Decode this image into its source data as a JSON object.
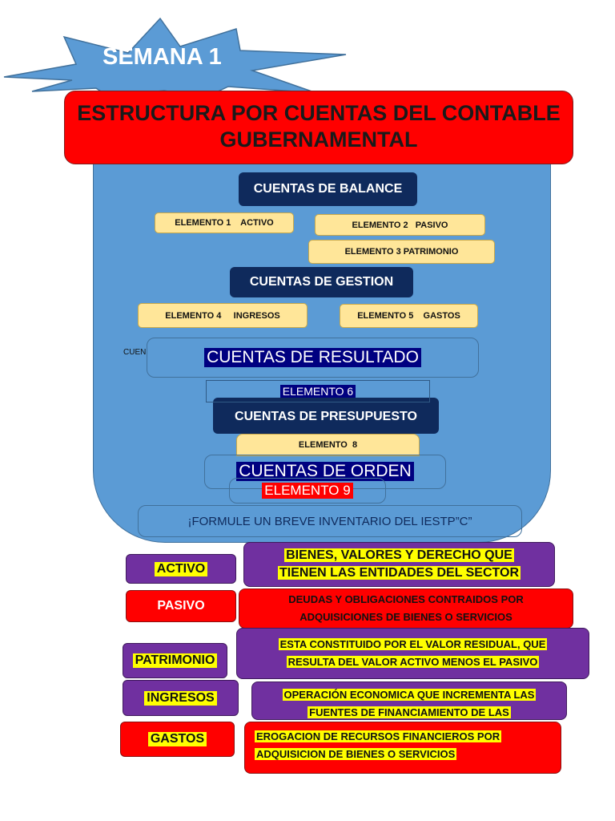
{
  "week_badge": "SEMANA 1",
  "main_title": [
    "ESTRUCTURA POR CUENTAS DEL CONTABLE",
    "GUBERNAMENTAL"
  ],
  "balance": {
    "header": "CUENTAS DE BALANCE",
    "elemento_1": "ELEMENTO 1    ACTIVO",
    "elemento_2": "ELEMENTO 2   PASIVO",
    "elemento_3": "ELEMENTO 3 PATRIMONIO"
  },
  "gestion": {
    "header": "CUENTAS DE GESTION",
    "elemento_4": "ELEMENTO 4     INGRESOS",
    "elemento_5": "ELEMENTO 5    GASTOS"
  },
  "clipped_text": "CUEN",
  "resultado": {
    "header": "CUENTAS DE RESULTADO",
    "elemento_6": "ELEMENTO 6"
  },
  "presupuesto": {
    "header": "CUENTAS DE PRESUPUESTO",
    "elemento_8": "ELEMENTO  8"
  },
  "orden": {
    "header": "CUENTAS DE ORDEN",
    "elemento_9": "ELEMENTO 9"
  },
  "prompt": "¡FORMULE UN BREVE INVENTARIO DEL IESTP”C”",
  "definitions": [
    {
      "term": "ACTIVO",
      "lines": [
        "BIENES, VALORES Y DERECHO QUE",
        "TIENEN LAS  ENTIDADES DEL  SECTOR"
      ]
    },
    {
      "term": "PASIVO",
      "lines": [
        "DEUDAS Y OBLIGACIONES    CONTRAIDOS POR",
        "ADQUISICIONES  DE BIENES O SERVICIOS"
      ]
    },
    {
      "term": "PATRIMONIO",
      "lines": [
        "ESTA CONSTITUIDO POR EL VALOR RESIDUAL, QUE",
        "RESULTA  DEL VALOR ACTIVO MENOS EL PASIVO"
      ]
    },
    {
      "term": "INGRESOS",
      "lines": [
        "OPERACIÓN ECONOMICA QUE INCREMENTA  LAS",
        "FUENTES DE  FINANCIAMIENTO DE LAS"
      ]
    },
    {
      "term": "GASTOS",
      "lines": [
        "EROGACION DE RECURSOS FINANCIEROS POR",
        "ADQUISICION DE BIENES O SERVICIOS"
      ]
    }
  ],
  "colors": {
    "title_red": "#ff0000",
    "panel_blue": "#5b9bd5",
    "header_navy": "#0f2a5c",
    "element_cream": "#ffe699",
    "term_purple": "#7030a0",
    "highlight_yellow": "#ffff00"
  }
}
